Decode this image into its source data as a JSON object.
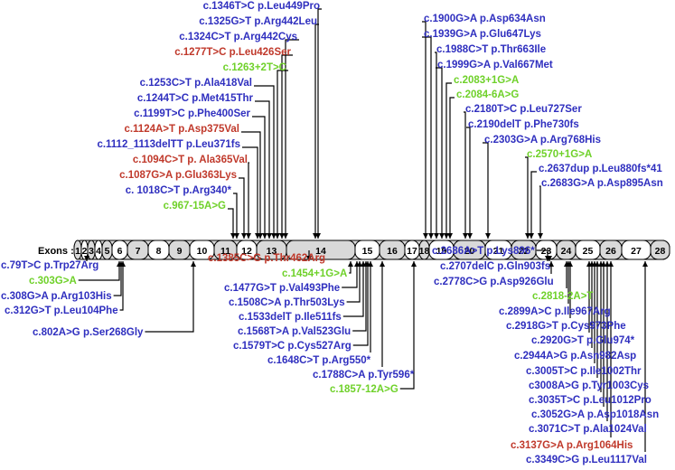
{
  "colors": {
    "missense": "#2f2fbf",
    "nonsense_like": "#c0392b",
    "splice": "#6fd12a",
    "exon_fill": "#d9d9d9",
    "exon_white": "#ffffff",
    "line": "#000000"
  },
  "exons_label": "Exons :",
  "exons": [
    "1",
    "2",
    "3",
    "4",
    "5",
    "6",
    "7",
    "8",
    "9",
    "10",
    "11",
    "12",
    "13",
    "14",
    "15",
    "16",
    "17",
    "18",
    "19",
    "20",
    "21",
    "22",
    "23",
    "24",
    "25",
    "26",
    "27",
    "28"
  ],
  "mutations_above": [
    {
      "text": "c.1346T>C p.Leu449Pro",
      "color": "missense"
    },
    {
      "text": "c.1325G>T p.Arg442Leu",
      "color": "missense"
    },
    {
      "text": "c.1324C>T p.Arg442Cys",
      "color": "missense"
    },
    {
      "text": "c.1277T>C p.Leu426Ser",
      "color": "nonsense_like"
    },
    {
      "text": "c.1263+2T>C",
      "color": "splice"
    },
    {
      "text": "c.1253C>T p.Ala418Val",
      "color": "missense"
    },
    {
      "text": "c.1244T>C p.Met415Thr",
      "color": "missense"
    },
    {
      "text": "c.1199T>C p.Phe400Ser",
      "color": "missense"
    },
    {
      "text": "c.1124A>T p.Asp375Val",
      "color": "nonsense_like"
    },
    {
      "text": "c.1112_1113delTT p.Leu371fs",
      "color": "missense"
    },
    {
      "text": "c.1094C>T p. Ala365Val",
      "color": "nonsense_like"
    },
    {
      "text": "c.1087G>A p.Glu363Lys",
      "color": "nonsense_like"
    },
    {
      "text": "c. 1018C>T p.Arg340*",
      "color": "missense"
    },
    {
      "text": "c.967-15A>G",
      "color": "splice"
    },
    {
      "text": "c.1900G>A p.Asp634Asn",
      "color": "missense"
    },
    {
      "text": "c.1939G>A p.Glu647Lys",
      "color": "missense"
    },
    {
      "text": "c.1988C>T p.Thr663Ile",
      "color": "missense"
    },
    {
      "text": "c.1999G>A p.Val667Met",
      "color": "missense"
    },
    {
      "text": "c.2083+1G>A",
      "color": "splice"
    },
    {
      "text": "c.2084-6A>G",
      "color": "splice"
    },
    {
      "text": "c.2180T>C p.Leu727Ser",
      "color": "missense"
    },
    {
      "text": "c.2190delT p.Phe730fs",
      "color": "missense"
    },
    {
      "text": "c.2303G>A p.Arg768His",
      "color": "missense"
    },
    {
      "text": "c.2570+1G>A",
      "color": "splice"
    },
    {
      "text": "c.2637dup p.Leu880fs*41",
      "color": "missense"
    },
    {
      "text": "c.2683G>A p.Asp895Asn",
      "color": "missense"
    }
  ],
  "mutations_below": [
    {
      "text": "c.79T>C p.Trp27Arg",
      "color": "missense"
    },
    {
      "text": "c.303G>A",
      "color": "splice"
    },
    {
      "text": "c.308G>A p.Arg103His",
      "color": "missense"
    },
    {
      "text": "c.312G>T p.Leu104Phe",
      "color": "missense"
    },
    {
      "text": "c.802A>G p.Ser268Gly",
      "color": "missense"
    },
    {
      "text": "c.1385C>G p.Thr462Arg",
      "color": "nonsense_like"
    },
    {
      "text": "c.1454+1G>A",
      "color": "splice"
    },
    {
      "text": "c.1477G>T p.Val493Phe",
      "color": "missense"
    },
    {
      "text": "c.1508C>A p.Thr503Lys",
      "color": "missense"
    },
    {
      "text": "c.1533delT p.Ile511fs",
      "color": "missense"
    },
    {
      "text": "c.1568T>A p.Val523Glu",
      "color": "missense"
    },
    {
      "text": "c.1579T>C p.Cys527Arg",
      "color": "missense"
    },
    {
      "text": "c.1648C>T p.Arg550*",
      "color": "missense"
    },
    {
      "text": "c.1788C>A p.Tyr596*",
      "color": "missense"
    },
    {
      "text": "c.1857-12A>G",
      "color": "splice"
    },
    {
      "text": "c.2686A>T p.Lys896*",
      "color": "missense"
    },
    {
      "text": "c.2707delC p.Gln903fs",
      "color": "missense"
    },
    {
      "text": "c.2778C>G p.Asp926Glu",
      "color": "missense"
    },
    {
      "text": "c.2818-2A>T",
      "color": "splice"
    },
    {
      "text": "c.2899A>C p.Ile967Arg",
      "color": "missense"
    },
    {
      "text": "c.2918G>T p.Cys973Phe",
      "color": "missense"
    },
    {
      "text": "c.2920G>T p.Glu974*",
      "color": "missense"
    },
    {
      "text": "c.2944A>G p.Asn982Asp",
      "color": "missense"
    },
    {
      "text": "c.3005T>C p.Ile1002Thr",
      "color": "missense"
    },
    {
      "text": "c3008A>G p.Tyr1003Cys",
      "color": "missense"
    },
    {
      "text": "c.3035T>C p.Leu1012Pro",
      "color": "missense"
    },
    {
      "text": "c.3052G>A p.Asp1018Asn",
      "color": "missense"
    },
    {
      "text": "c.3071C>T p.Ala1024Val",
      "color": "missense"
    },
    {
      "text": "c.3137G>A p.Arg1064His",
      "color": "nonsense_like"
    },
    {
      "text": "c.3349C>G p.Leu1117Val",
      "color": "missense"
    }
  ]
}
